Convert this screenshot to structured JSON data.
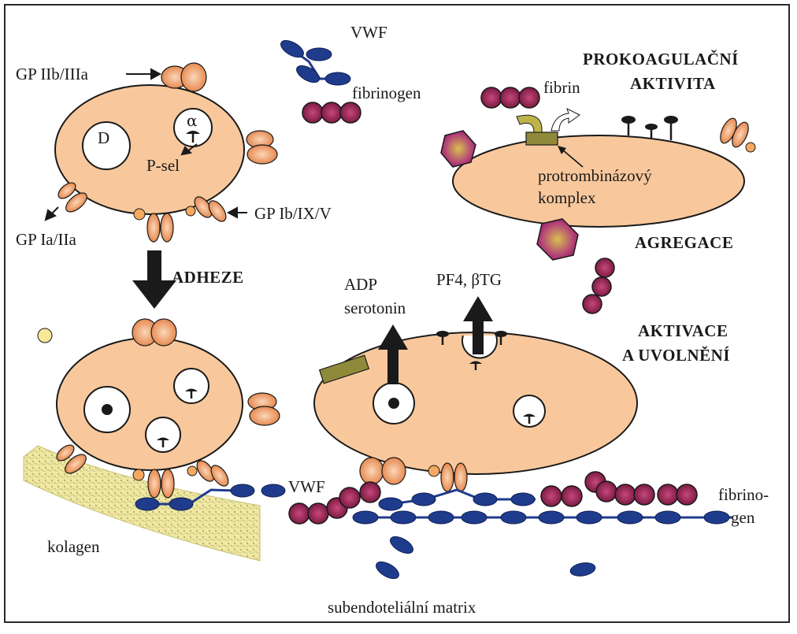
{
  "labels": {
    "gp_iib_iiia": "GP IIb/IIIa",
    "gp_ia_iia": "GP Ia/IIa",
    "gp_ib_ix_v": "GP Ib/IX/V",
    "dense_granule": "D",
    "alpha_granule": "α",
    "p_sel": "P-sel",
    "vwf_top": "VWF",
    "fibrinogen_top": "fibrinogen",
    "fibrin": "fibrin",
    "prokoagulacni_line1": "PROKOAGULAČNÍ",
    "prokoagulacni_line2": "AKTIVITA",
    "protrombinazovy_line1": "protrombinázový",
    "protrombinazovy_line2": "komplex",
    "agregace": "AGREGACE",
    "adheze": "ADHEZE",
    "adp": "ADP",
    "serotonin": "serotonin",
    "pf4_btg": "PF4, βTG",
    "aktivace_line1": "AKTIVACE",
    "aktivace_line2": "A UVOLNĚNÍ",
    "vwf_bottom": "VWF",
    "fibrinogen_bottom_line1": "fibrino-",
    "fibrinogen_bottom_line2": "gen",
    "kolagen": "kolagen",
    "subendotelialni_matrix": "subendoteliální matrix"
  },
  "colors": {
    "platelet": "#f8c89c",
    "receptor": "#e8894a",
    "receptor_light": "#f4b48a",
    "vwf": "#1f3c8c",
    "fibrinogen": "#8a1e4a",
    "collagen": "#ece7a0",
    "complex": "#8f8a3a",
    "thrombin": "#a12a6a"
  }
}
